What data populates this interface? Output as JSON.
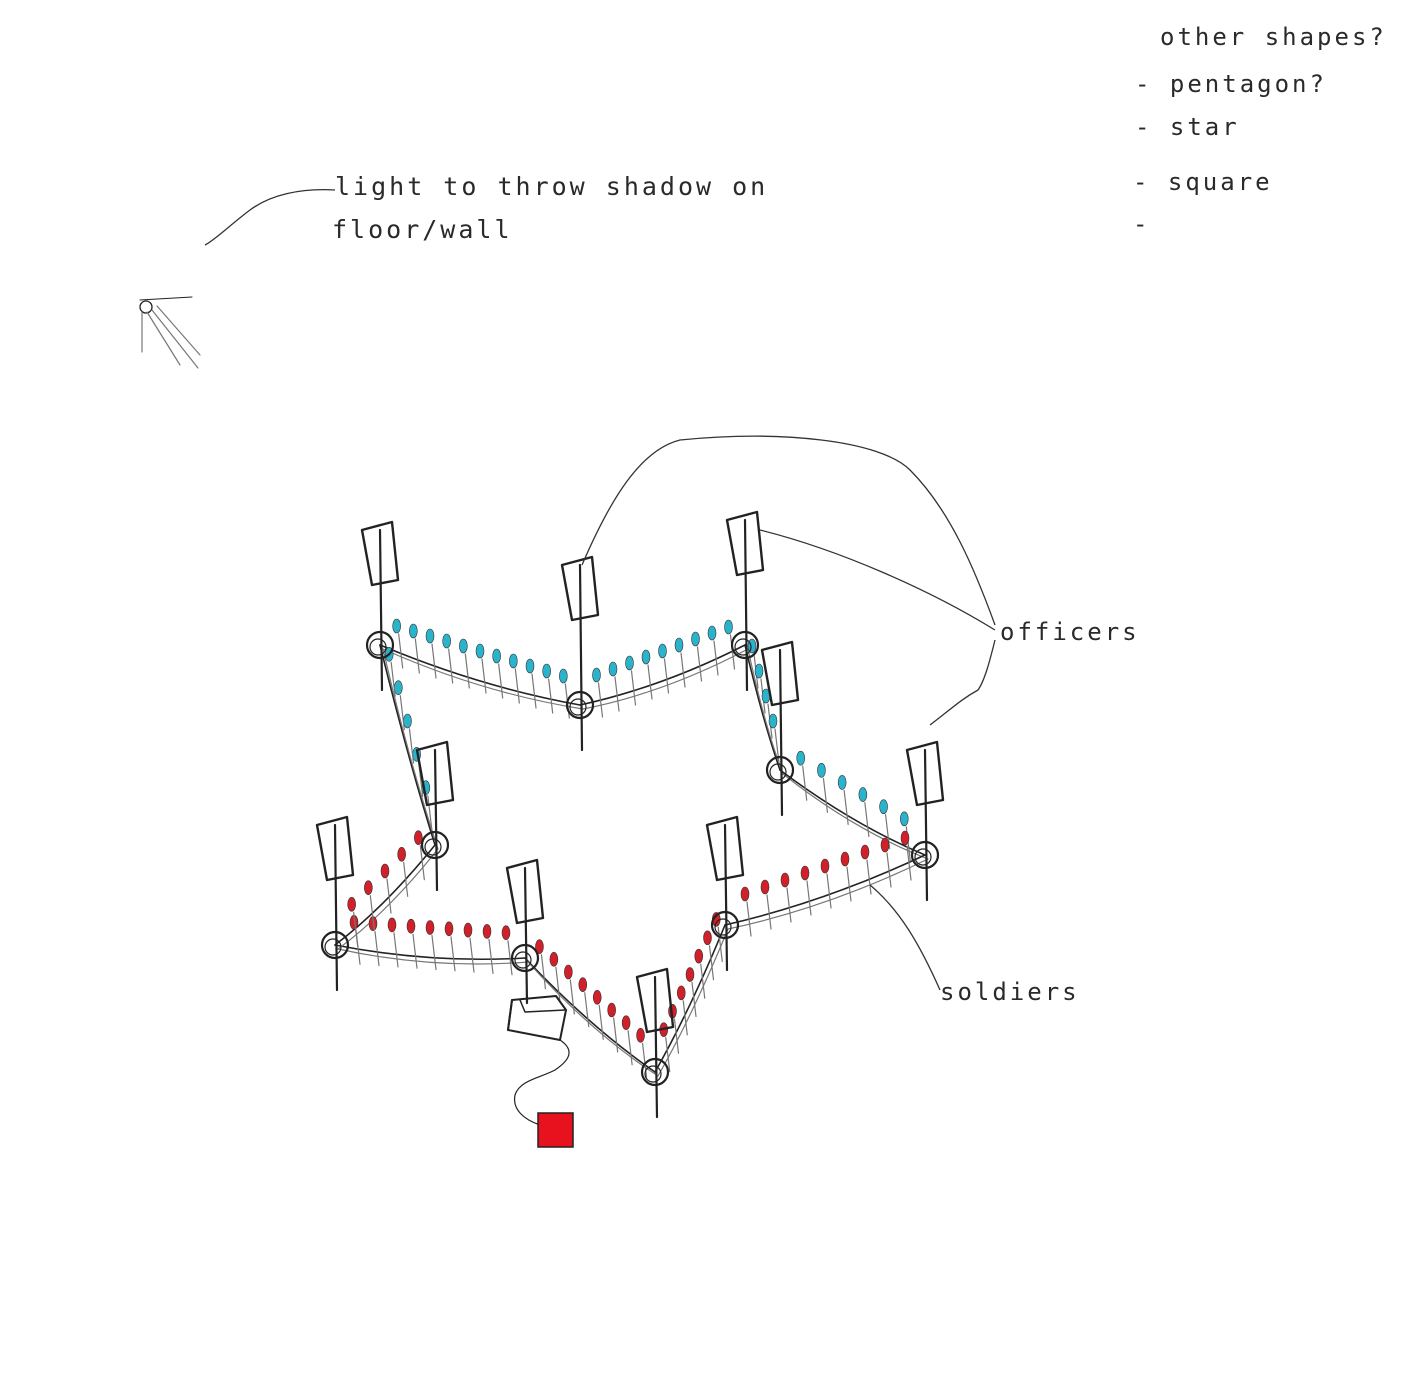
{
  "notes": {
    "top_right": [
      "other shapes?",
      "- pentagon?",
      "- star",
      "- square",
      "-"
    ],
    "light_label": [
      "light to throw shadow on",
      "floor/wall"
    ]
  },
  "labels": {
    "officers": "officers",
    "soldiers": "soldiers"
  },
  "colors": {
    "soldier_blue": "#2bb3cc",
    "soldier_red": "#d0202a",
    "ink": "#222222",
    "red_square": "#e8121e"
  },
  "icons": {
    "lamp": "lamp-icon",
    "officer_flag": "officer-flag-icon",
    "projector": "projector-icon"
  }
}
